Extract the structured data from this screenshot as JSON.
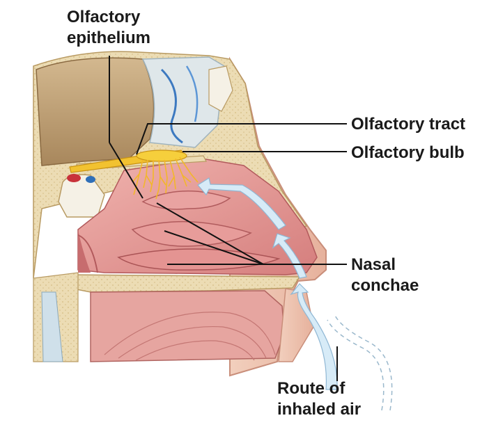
{
  "labels": {
    "olfactory_epithelium": [
      "Olfactory",
      "epithelium"
    ],
    "olfactory_tract": "Olfactory tract",
    "olfactory_bulb": "Olfactory bulb",
    "nasal_conchae": [
      "Nasal",
      "conchae"
    ],
    "route_of_inhaled_air": [
      "Route of",
      "inhaled air"
    ]
  },
  "colors": {
    "bone": "#e9d9b0",
    "mucosa": "#e49a97",
    "mucosa_dark": "#c9686a",
    "brain": "#b8956a",
    "nerve": "#f2c230",
    "air_arrow": "#d7ebf7",
    "leader_line": "#111111"
  }
}
